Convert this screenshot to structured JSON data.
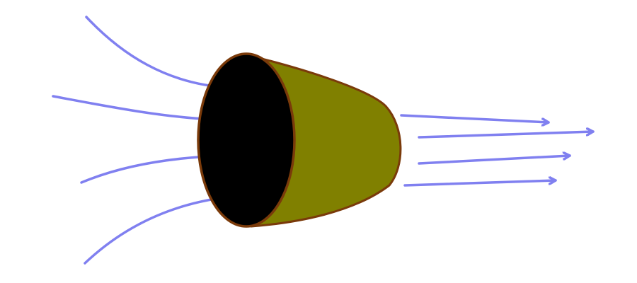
{
  "diagram": {
    "subject": "nozzle flow",
    "inflow_arrow_count": 4,
    "outflow_arrow_count": 4,
    "colors": {
      "arrow": "#8080f0",
      "nozzle_body": "#808000",
      "nozzle_outline": "#7a3a0a",
      "inlet_opening": "#000000",
      "background": "#ffffff"
    }
  }
}
